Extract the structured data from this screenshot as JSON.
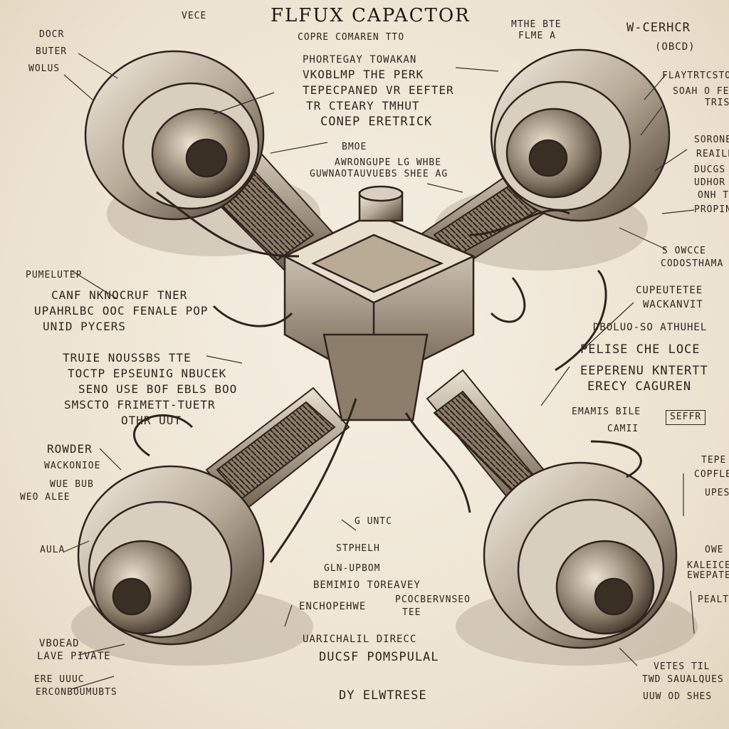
{
  "title": "FLFUX CAPACTOR",
  "subtitle": "COPRE COMAREN TTO",
  "labels": {
    "top_left": [
      "DOCR",
      "BUTER",
      "WOLUS"
    ],
    "top_left_small": "VECE",
    "top_right": [
      "W-CERHCR",
      "(OBCD)"
    ],
    "top_right_small": [
      "MTHE BTE",
      "FLME A"
    ],
    "center_block": [
      "PHORTEGAY TOWAKAN",
      "VKOBLMP THE PERK",
      "TEPECPANED VR EEFTER",
      "TR CTEARY TMHUT",
      "CONEP ERETRICK"
    ],
    "center_small": [
      "BMOE",
      "AWRONGUPE LG WHBE",
      "GUWNAOTAUVUEBS SHEE AG"
    ],
    "right_upper": [
      "FLAYTRTCSTO",
      "SOAH O FEUND",
      "TRIS"
    ],
    "right_mid": [
      "SORONEG",
      "REAILE",
      "DUCGS",
      "UDHOR",
      "ONH TH",
      "PROPING"
    ],
    "right_lower_small": [
      "S OWCCE",
      "CODOSTHAMA"
    ],
    "right_center": [
      "CUPEUTETEE",
      "WACKANVIT"
    ],
    "right_big": [
      "DBOLUO-SO ATHUHEL",
      "PELISE CHE LOCE",
      "EEPERENU KNTERTT",
      "ERECY CAGUREN"
    ],
    "right_box": "SEFFR",
    "right_edge": [
      "TEPE",
      "COPFLEC",
      "UPES"
    ],
    "right_bottom_small": [
      "EMAMIS BILE",
      "CAMII"
    ],
    "right_edge_lower": [
      "OWE",
      "KALEICE",
      "EWEPATEN",
      "PEALT"
    ],
    "left_mid": [
      "PUMELUTEP",
      "CANF NKNOCRUF TNER",
      "UPAHRLBC OOC FENALE POP",
      "UNID PYCERS"
    ],
    "left_lower": [
      "TRUIE NOUSSBS TTE",
      "TOCTP EPSEUNIG NBUCEK",
      "SENO USE BOF EBLS BOO",
      "SMSCTO FRIMETT-TUETR",
      "OTHR UUT"
    ],
    "left_small": [
      "ROWDER",
      "WACKONIOE",
      "WUE BUB",
      "WEO ALEE"
    ],
    "left_edge": [
      "AULA"
    ],
    "left_bottom": [
      "VBOEAD",
      "LAVE PIVATE",
      "ERE UUUC",
      "ERCONBOUMUBTS"
    ],
    "bottom_center": [
      "G UNTC",
      "STPHELH",
      "GLN-UPBOM",
      "BEMIMIO TOREAVEY",
      "ENCHOPEHWE",
      "PCOCBERVNSEO",
      "TEE",
      "UARICHALIL DIRECC",
      "DUCSF POMSPULAL"
    ],
    "bottom_right": [
      "VETES TIL",
      "TWD SAUALQUES",
      "UUW OD SHES"
    ],
    "signature": "DY ELWTRESE"
  }
}
